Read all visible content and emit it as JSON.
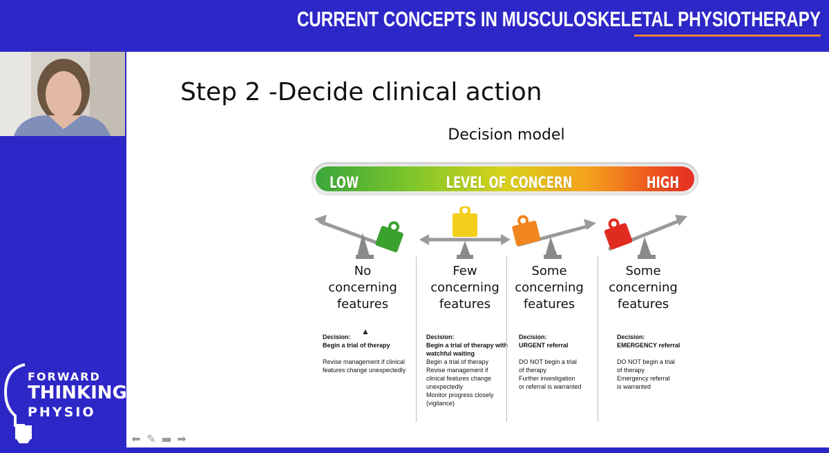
{
  "header": {
    "title": "CURRENT CONCEPTS IN MUSCULOSKELETAL PHYSIOTHERAPY"
  },
  "slide": {
    "title": "Step 2 -Decide clinical action",
    "subtitle": "Decision model",
    "concern_bar": {
      "low": "LOW",
      "middle": "LEVEL OF CONCERN",
      "high": "HIGH"
    },
    "columns": [
      {
        "heading": [
          "No",
          "concerning",
          "features"
        ],
        "decision_label": "Decision:",
        "decision_action": "Begin a trial of therapy",
        "notes": [
          "Revise management if clinical",
          "features change unexpectedly"
        ],
        "weight_color": "#3aa12f"
      },
      {
        "heading": [
          "Few",
          "concerning",
          "features"
        ],
        "decision_label": "Decision:",
        "decision_action": "Begin a trial of therapy with watchful waiting",
        "notes": [
          "Begin a trial of therapy",
          "Revise management if",
          "clinical features change",
          "unexpectedly",
          "Monitor progress closely",
          "(vigilance)"
        ],
        "weight_color": "#f2cf1a"
      },
      {
        "heading": [
          "Some",
          "concerning",
          "features"
        ],
        "decision_label": "Decision:",
        "decision_action": "URGENT referral",
        "notes": [
          "DO NOT begin a trial",
          "of therapy",
          "Further investigation",
          "or referral is warranted"
        ],
        "weight_color": "#f1851f"
      },
      {
        "heading": [
          "Some",
          "concerning",
          "features"
        ],
        "decision_label": "Decision:",
        "decision_action": "EMERGENCY referral",
        "notes": [
          "DO NOT begin a trial",
          "of therapy",
          "Emergency referral",
          "is warranted"
        ],
        "weight_color": "#e02b1f"
      }
    ]
  },
  "logo": {
    "line1": "FORWARD",
    "line2": "THINKING",
    "line3": "PHYSIO"
  },
  "nav_icons": [
    "arrow-left-icon",
    "pen-icon",
    "slides-icon",
    "arrow-right-icon"
  ],
  "colors": {
    "brand_blue": "#2e27c7",
    "accent_orange": "#f0813a"
  }
}
